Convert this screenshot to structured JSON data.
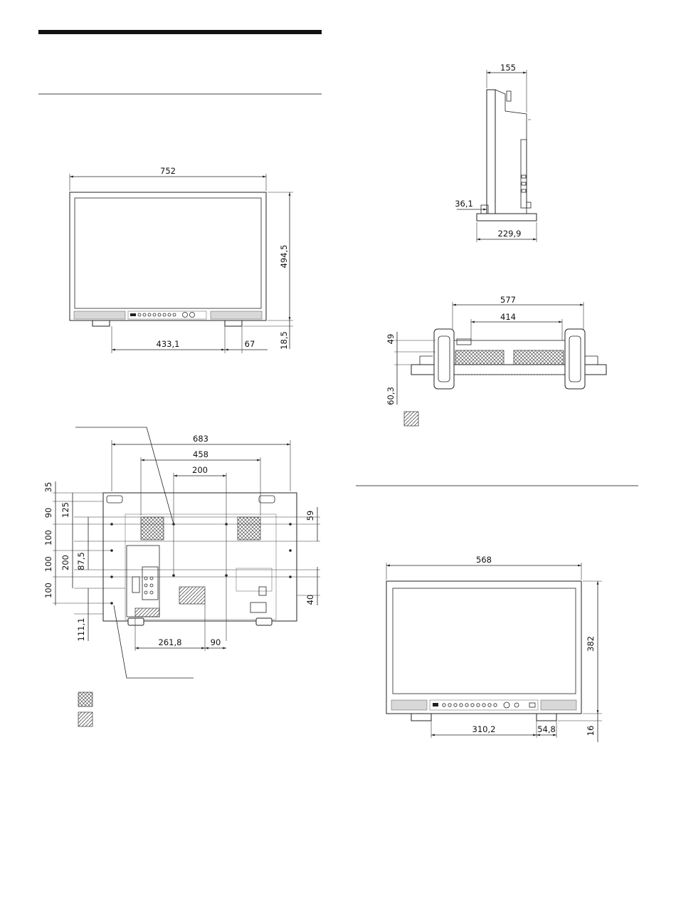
{
  "front_large": {
    "width": "752",
    "height": "494,5",
    "foot_spacing": "433,1",
    "foot_offset": "67",
    "foot_height": "18,5"
  },
  "side_view": {
    "depth_top": "155",
    "front_offset": "36,1",
    "stand_depth": "229,9"
  },
  "top_view": {
    "outer_width": "577",
    "inner_width": "414",
    "depth_upper": "49",
    "depth_lower": "60,3"
  },
  "rear_view": {
    "overall": "683",
    "vesa_outer": "458",
    "vesa_inner": "200",
    "left_35": "35",
    "left_90": "90",
    "left_125": "125",
    "left_100a": "100",
    "left_200": "200",
    "left_87_5": "87,5",
    "left_100b": "100",
    "left_100c": "100",
    "left_111_1": "111,1",
    "right_59": "59",
    "right_40": "40",
    "bottom_261_8": "261,8",
    "bottom_90": "90"
  },
  "front_small": {
    "width": "568",
    "height": "382",
    "foot_spacing": "310,2",
    "foot_offset": "54,8",
    "foot_height": "16"
  }
}
